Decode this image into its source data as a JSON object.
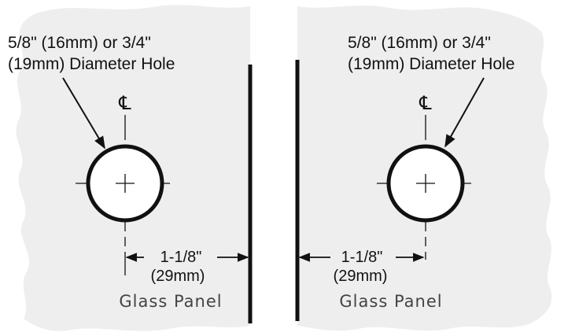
{
  "colors": {
    "panel_fill": "#eeeeee",
    "line": "#111111",
    "panel_text": "#444444"
  },
  "panels": [
    {
      "side": "left",
      "hole_label_line1": "5/8\" (16mm) or 3/4\"",
      "hole_label_line2": "(19mm) Diameter Hole",
      "centerline_symbol": "℄",
      "dimension_line1": "1-1/8\"",
      "dimension_line2": "(29mm)",
      "panel_label": "Glass Panel"
    },
    {
      "side": "right",
      "hole_label_line1": "5/8\" (16mm) or 3/4\"",
      "hole_label_line2": "(19mm) Diameter Hole",
      "centerline_symbol": "℄",
      "dimension_line1": "1-1/8\"",
      "dimension_line2": "(29mm)",
      "panel_label": "Glass Panel"
    }
  ]
}
